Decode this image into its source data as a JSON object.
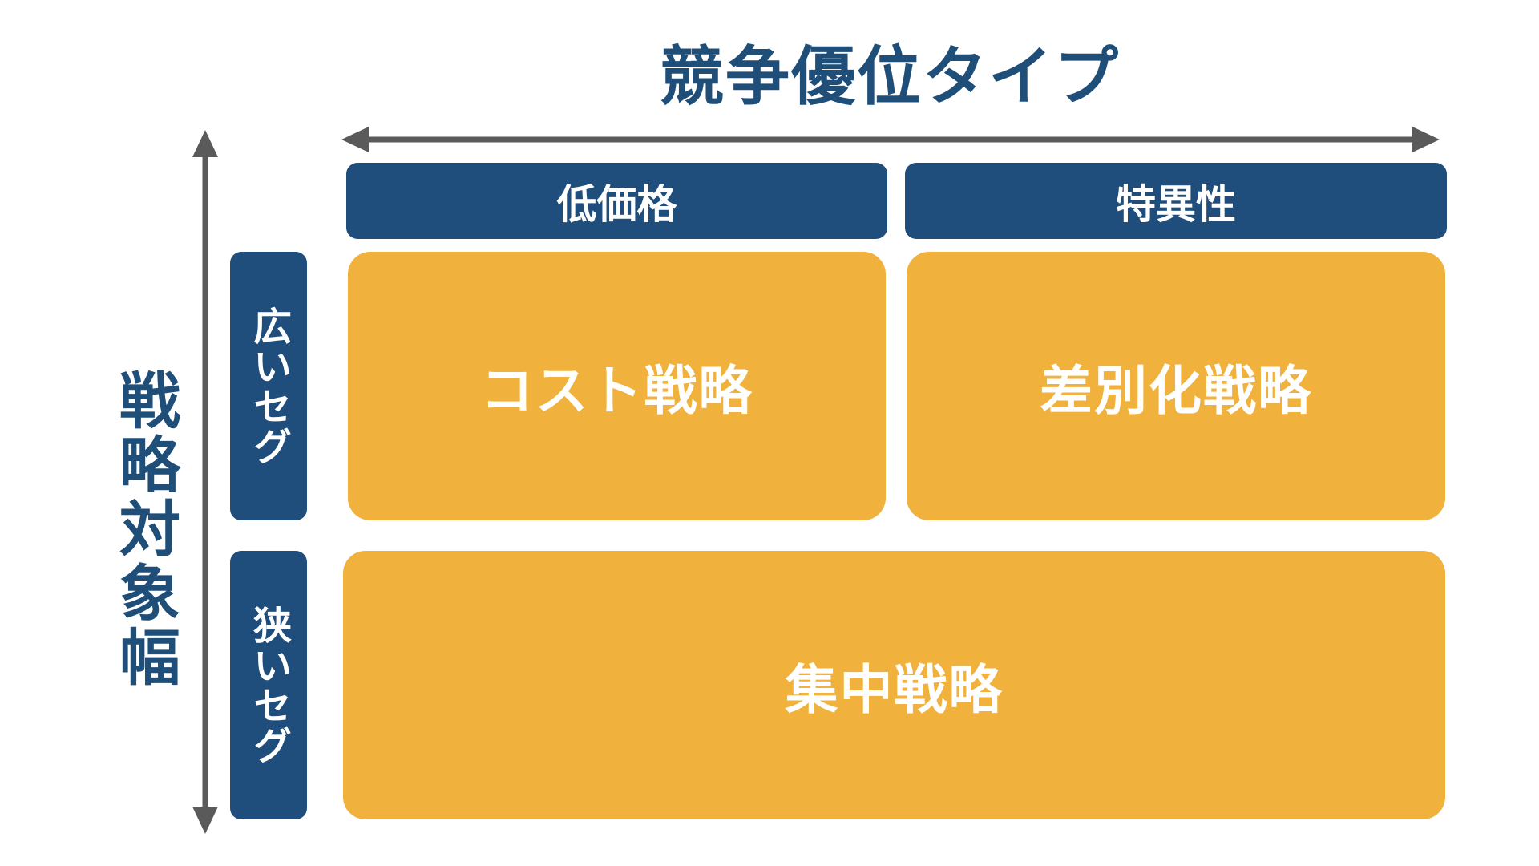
{
  "title_top": "競争優位タイプ",
  "title_left": "戦略対象幅",
  "columns": [
    {
      "label": "低価格"
    },
    {
      "label": "特異性"
    }
  ],
  "rows": [
    {
      "label": "広いセグ"
    },
    {
      "label": "狭いセグ"
    }
  ],
  "cells": {
    "cost": "コスト戦略",
    "differentiation": "差別化戦略",
    "focus": "集中戦略"
  },
  "colors": {
    "navy": "#1f4e7c",
    "orange": "#f0b13d",
    "arrow": "#5a5a5a",
    "white": "#ffffff"
  }
}
